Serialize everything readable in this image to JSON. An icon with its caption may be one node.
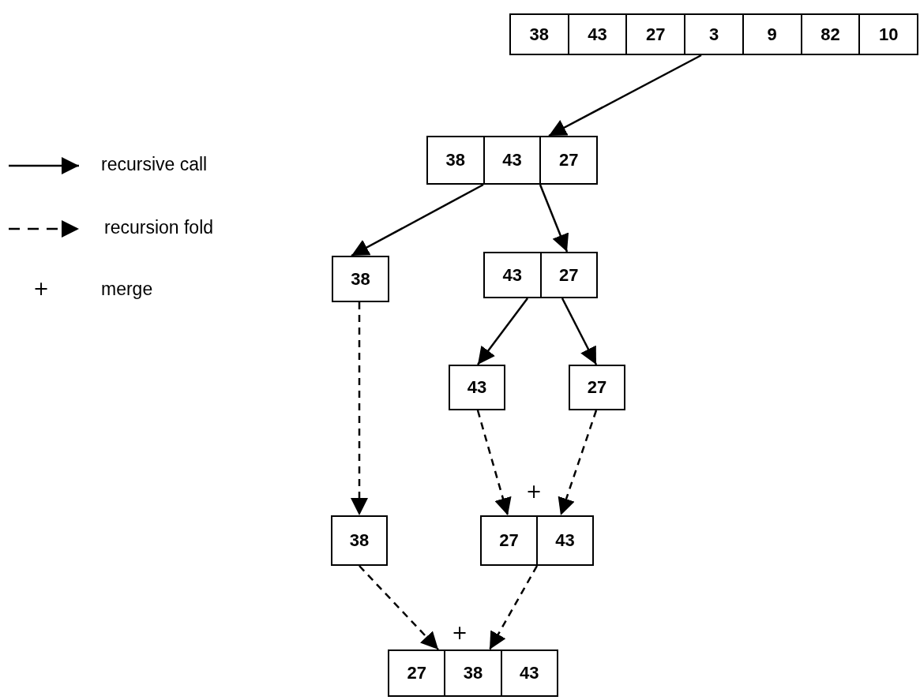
{
  "diagram": {
    "nodes": [
      {
        "text": [
          "38",
          "43",
          "27",
          "3",
          "9",
          "82",
          "10"
        ]
      },
      {
        "text": [
          "38",
          "43",
          "27"
        ]
      },
      {
        "text": [
          "38"
        ]
      },
      {
        "text": [
          "43",
          "27"
        ]
      },
      {
        "text": [
          "43"
        ]
      },
      {
        "text": [
          "27"
        ]
      },
      {
        "text": [
          "38"
        ]
      },
      {
        "text": [
          "27",
          "43"
        ]
      },
      {
        "text": [
          "27",
          "38",
          "43"
        ]
      }
    ],
    "edges": [
      {
        "from": 0,
        "to": 1,
        "arrow": "to"
      },
      {
        "from": 1,
        "to": 2,
        "arrow": "to"
      },
      {
        "from": 1,
        "to": 3,
        "arrow": "to"
      },
      {
        "from": 3,
        "to": 4,
        "arrow": "to"
      },
      {
        "from": 3,
        "to": 5,
        "arrow": "to"
      },
      {
        "from": 2,
        "to": 6,
        "arrow": "to",
        "style": "dashed"
      },
      {
        "from": 4,
        "to": 7,
        "arrow": "to",
        "style": "dashed"
      },
      {
        "from": 5,
        "to": 7,
        "arrow": "to",
        "style": "dashed"
      },
      {
        "from": 6,
        "to": 8,
        "arrow": "to",
        "style": "dashed"
      },
      {
        "from": 7,
        "to": 8,
        "arrow": "to",
        "style": "dashed"
      }
    ],
    "labels": [
      "+",
      "+",
      "+"
    ],
    "legend": [
      {
        "text": "recursive call"
      },
      {
        "text": "recursion fold"
      },
      {
        "text": "merge"
      }
    ]
  }
}
